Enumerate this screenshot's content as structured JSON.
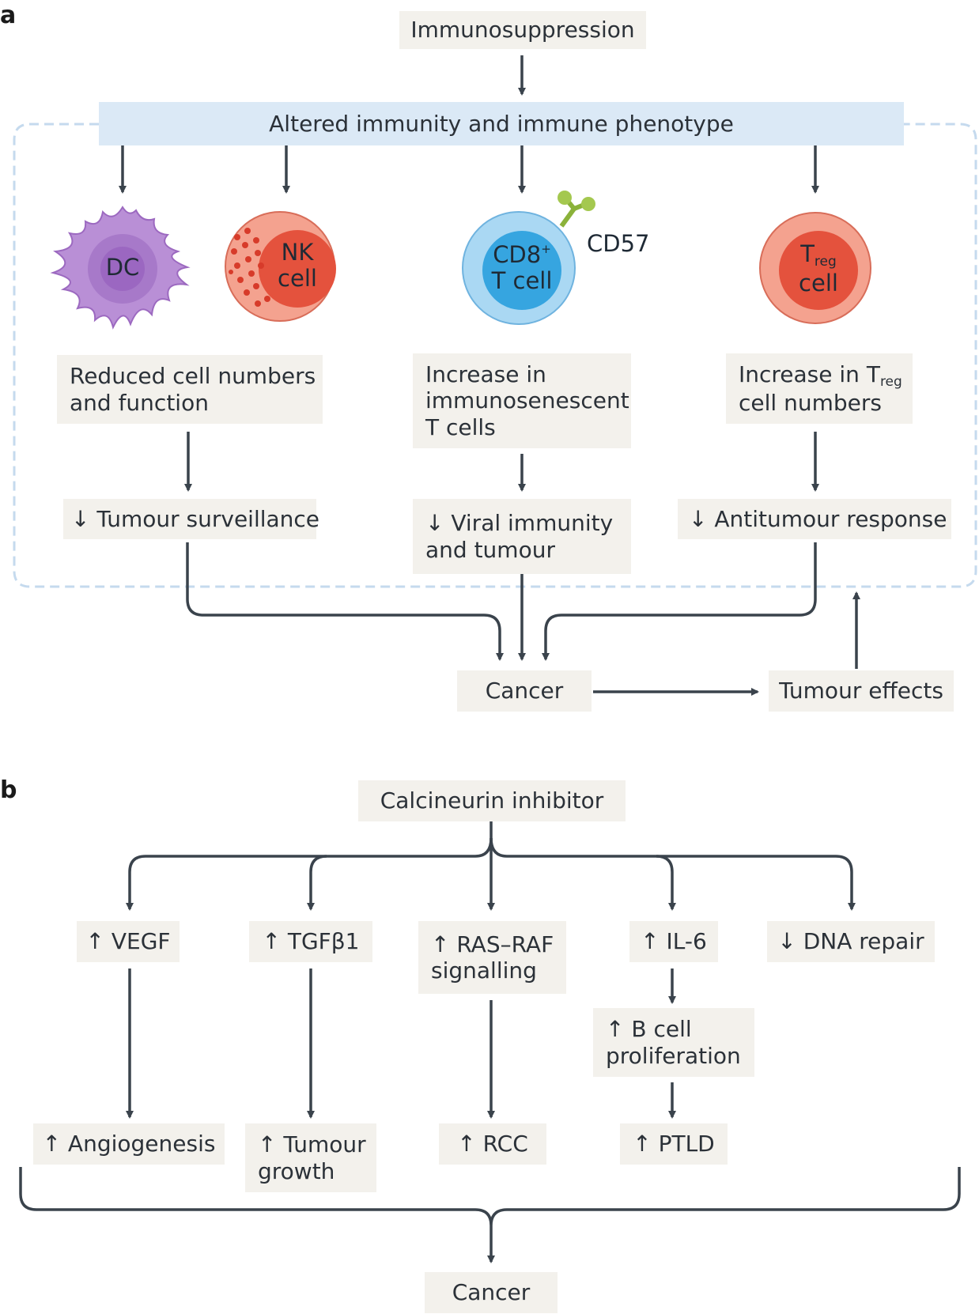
{
  "panel_a": {
    "letter": "a",
    "immunosuppression": "Immunosuppression",
    "altered": "Altered immunity and immune phenotype",
    "cells": {
      "dc": "DC",
      "nk_line1": "NK",
      "nk_line2": "cell",
      "cd8_main": "CD8",
      "cd8_sup": "+",
      "cd8_line2": "T cell",
      "cd57": "CD57",
      "treg_t": "T",
      "treg_sub": "reg",
      "treg_line2": "cell"
    },
    "reduced_line1": "Reduced cell numbers",
    "reduced_line2": "and function",
    "increase_immuno_line1": "Increase in",
    "increase_immuno_line2": "immunosenescent",
    "increase_immuno_line3": "T cells",
    "increase_treg_line1": "Increase in T",
    "increase_treg_sub": "reg",
    "increase_treg_line2": "cell numbers",
    "tumour_surveillance": "↓ Tumour surveillance",
    "viral_line1": "↓ Viral immunity",
    "viral_line2": "and tumour",
    "antitumour": "↓ Antitumour response",
    "cancer": "Cancer",
    "tumour_effects": "Tumour effects"
  },
  "panel_b": {
    "letter": "b",
    "calcineurin": "Calcineurin inhibitor",
    "vegf": "↑ VEGF",
    "tgf": "↑ TGFβ1",
    "ras_line1": "↑ RAS–RAF",
    "ras_line2": "signalling",
    "il6": "↑ IL-6",
    "dna": "↓ DNA repair",
    "bcell_line1": "↑ B cell",
    "bcell_line2": "proliferation",
    "angiogenesis": "↑ Angiogenesis",
    "tumour_growth_line1": "↑ Tumour",
    "tumour_growth_line2": "growth",
    "rcc": "↑ RCC",
    "ptld": "↑ PTLD",
    "cancer": "Cancer"
  }
}
